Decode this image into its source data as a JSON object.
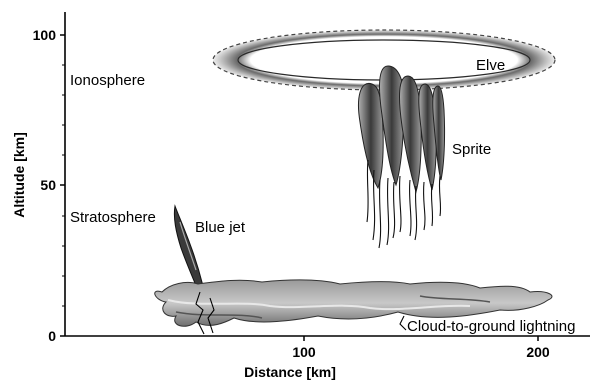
{
  "figure": {
    "y_axis_title": "Altitude [km]",
    "x_axis_title": "Distance [km]",
    "y_ticks": [
      "0",
      "50",
      "100"
    ],
    "x_ticks": [
      "100",
      "200"
    ]
  },
  "labels": {
    "ionosphere": "Ionosphere",
    "stratosphere": "Stratosphere",
    "elve": "Elve",
    "sprite": "Sprite",
    "blue_jet": "Blue jet",
    "cloud_to_ground": "Cloud-to-ground lightning"
  }
}
